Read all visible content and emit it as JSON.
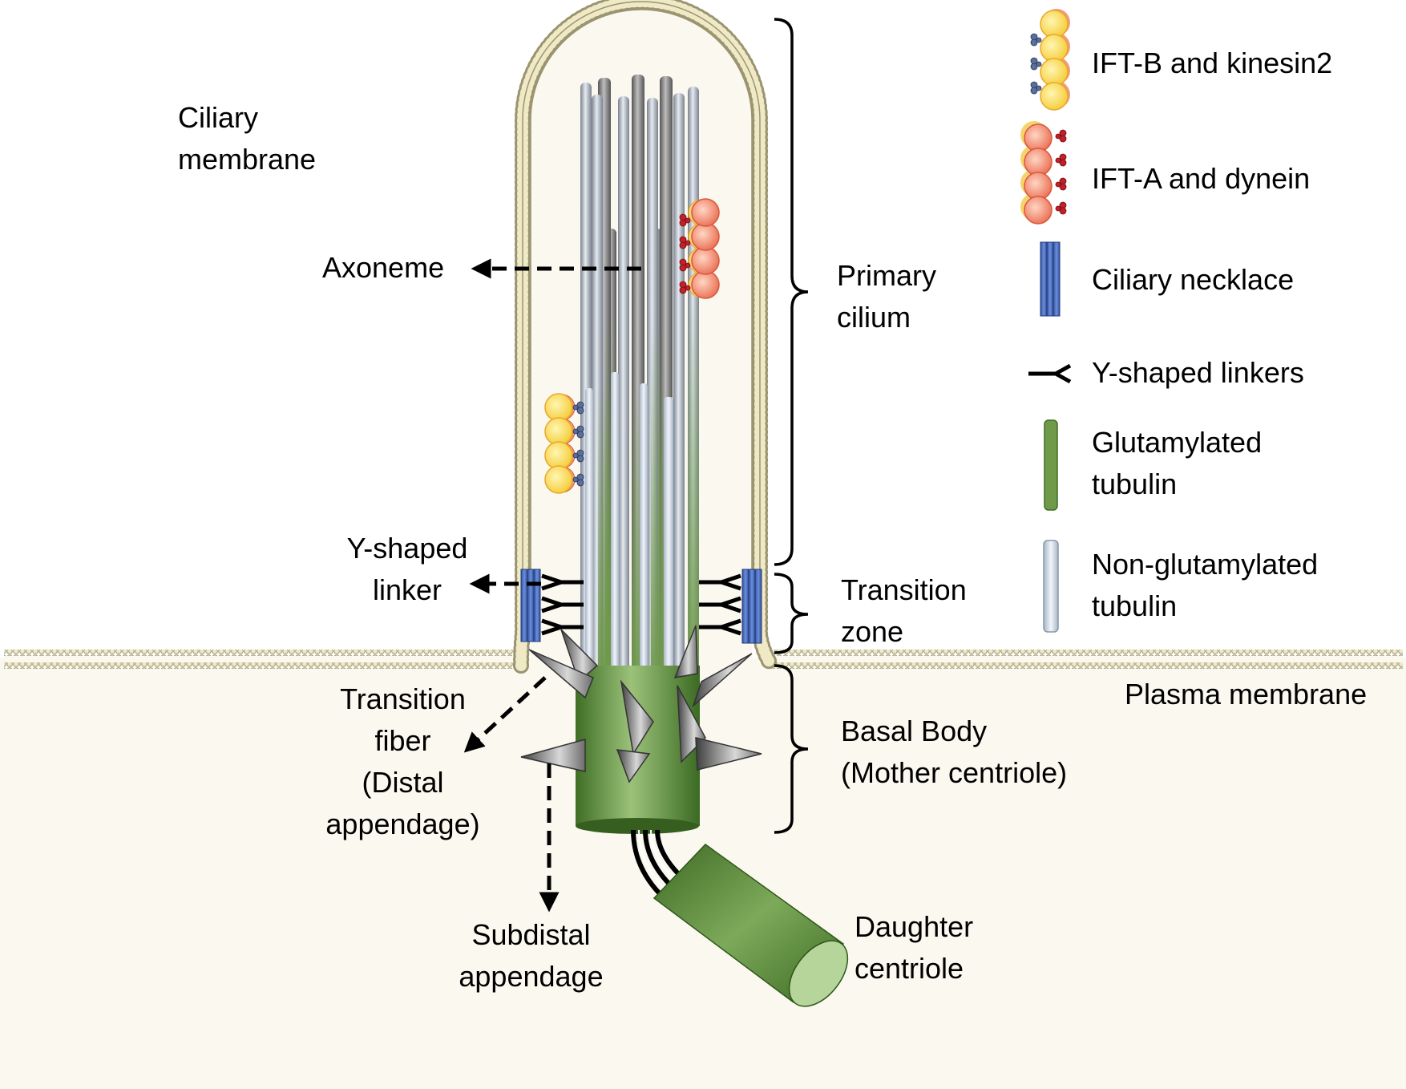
{
  "labels": {
    "ciliary_membrane": [
      "Ciliary",
      "membrane"
    ],
    "axoneme": "Axoneme",
    "y_shaped_linker": [
      "Y-shaped",
      "linker"
    ],
    "transition_fiber": [
      "Transition",
      "fiber",
      "(Distal",
      "appendage)"
    ],
    "subdistal_appendage": [
      "Subdistal",
      "appendage"
    ],
    "primary_cilium": [
      "Primary",
      "cilium"
    ],
    "transition_zone": [
      "Transition",
      "zone"
    ],
    "basal_body": [
      "Basal Body",
      "(Mother centriole)"
    ],
    "daughter_centriole": [
      "Daughter",
      "centriole"
    ],
    "plasma_membrane": "Plasma membrane"
  },
  "legend": [
    {
      "key": "ift-b",
      "label": [
        "IFT-B and kinesin2"
      ]
    },
    {
      "key": "ift-a",
      "label": [
        "IFT-A and dynein"
      ]
    },
    {
      "key": "necklace",
      "label": [
        "Ciliary necklace"
      ]
    },
    {
      "key": "linkers",
      "label": [
        "Y-shaped linkers"
      ]
    },
    {
      "key": "glut",
      "label": [
        "Glutamylated",
        "tubulin"
      ]
    },
    {
      "key": "nonglut",
      "label": [
        "Non-glutamylated",
        "tubulin"
      ]
    }
  ],
  "colors": {
    "cytoplasm": "#fbf8ef",
    "membrane_bead": "#efe9c6",
    "membrane_stroke": "#9b9470",
    "necklace": "#4e72c4",
    "glutamylated": "#6e9a4a",
    "non_glutamylated": "#dce6f0",
    "ift_b": "#ffe566",
    "ift_a": "#f49a7c",
    "centriole": "#5f8f3c"
  }
}
